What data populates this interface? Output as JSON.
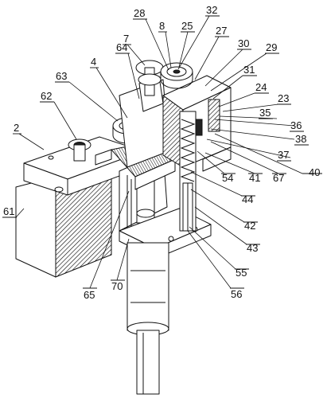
{
  "labels": [
    {
      "id": "28",
      "text": "28"
    },
    {
      "id": "32",
      "text": "32"
    },
    {
      "id": "8",
      "text": "8"
    },
    {
      "id": "25",
      "text": "25"
    },
    {
      "id": "27",
      "text": "27"
    },
    {
      "id": "7",
      "text": "7"
    },
    {
      "id": "64",
      "text": "64"
    },
    {
      "id": "30",
      "text": "30"
    },
    {
      "id": "29",
      "text": "29"
    },
    {
      "id": "4",
      "text": "4"
    },
    {
      "id": "31",
      "text": "31"
    },
    {
      "id": "63",
      "text": "63"
    },
    {
      "id": "24",
      "text": "24"
    },
    {
      "id": "23",
      "text": "23"
    },
    {
      "id": "62",
      "text": "62"
    },
    {
      "id": "35",
      "text": "35"
    },
    {
      "id": "36",
      "text": "36"
    },
    {
      "id": "2",
      "text": "2"
    },
    {
      "id": "38",
      "text": "38"
    },
    {
      "id": "37",
      "text": "37"
    },
    {
      "id": "54",
      "text": "54"
    },
    {
      "id": "41",
      "text": "41"
    },
    {
      "id": "67",
      "text": "67"
    },
    {
      "id": "40",
      "text": "40"
    },
    {
      "id": "61",
      "text": "61"
    },
    {
      "id": "44",
      "text": "44"
    },
    {
      "id": "42",
      "text": "42"
    },
    {
      "id": "43",
      "text": "43"
    },
    {
      "id": "55",
      "text": "55"
    },
    {
      "id": "65",
      "text": "65"
    },
    {
      "id": "70",
      "text": "70"
    },
    {
      "id": "56",
      "text": "56"
    }
  ]
}
